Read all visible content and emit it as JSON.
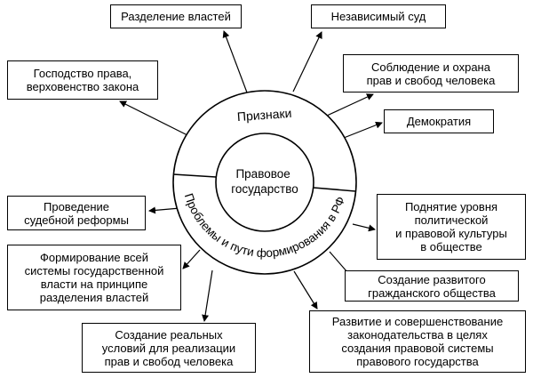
{
  "center": {
    "title": "Правовое\nгосударство",
    "top_label": "Признаки",
    "bottom_label": "Проблемы и пути формирования в РФ"
  },
  "signs": {
    "razdelenie": "Разделение властей",
    "sud": "Независимый суд",
    "gospodstvo": "Господство права,\nверховенство закона",
    "soblyudenie": "Соблюдение и охрана\nправ и свобод человека",
    "demokratiya": "Демократия"
  },
  "problems": {
    "reforma": "Проведение\nсудебной реформы",
    "podnyatie": "Поднятие уровня\nполитической\nи правовой культуры\nв обществе",
    "formirovanie": "Формирование всей\nсистемы государственной\nвласти на принципе\nразделения властей",
    "obshchestvo": "Создание развитого\nгражданского общества",
    "sozdanie": "Создание реальных\nусловий для реализации\nправ и свобод человека",
    "razvitie": "Развитие и совершенствование\nзаконодательства в целях\nсоздания правовой системы\nправового государства"
  }
}
